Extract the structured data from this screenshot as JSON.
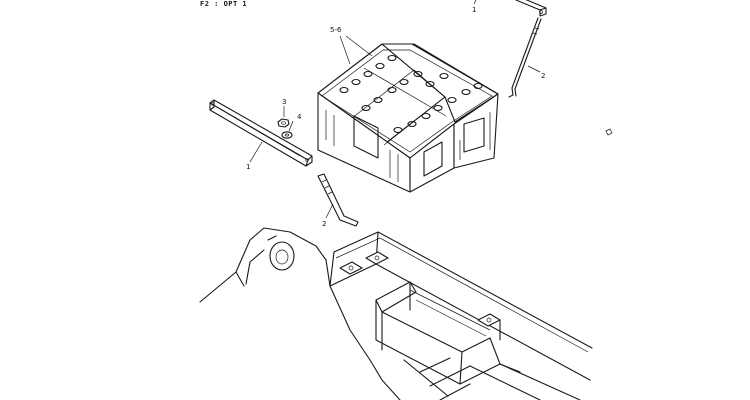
{
  "header": {
    "option_line": "F2 : OPT 1"
  },
  "callouts": {
    "battery_group": "5-6",
    "bar_right": "1",
    "bolt_right": "2",
    "nut": "3",
    "washer": "4",
    "bar_left": "1",
    "bolt_left": "2"
  },
  "colors": {
    "line": "#1a1a1a",
    "background": "#ffffff"
  }
}
